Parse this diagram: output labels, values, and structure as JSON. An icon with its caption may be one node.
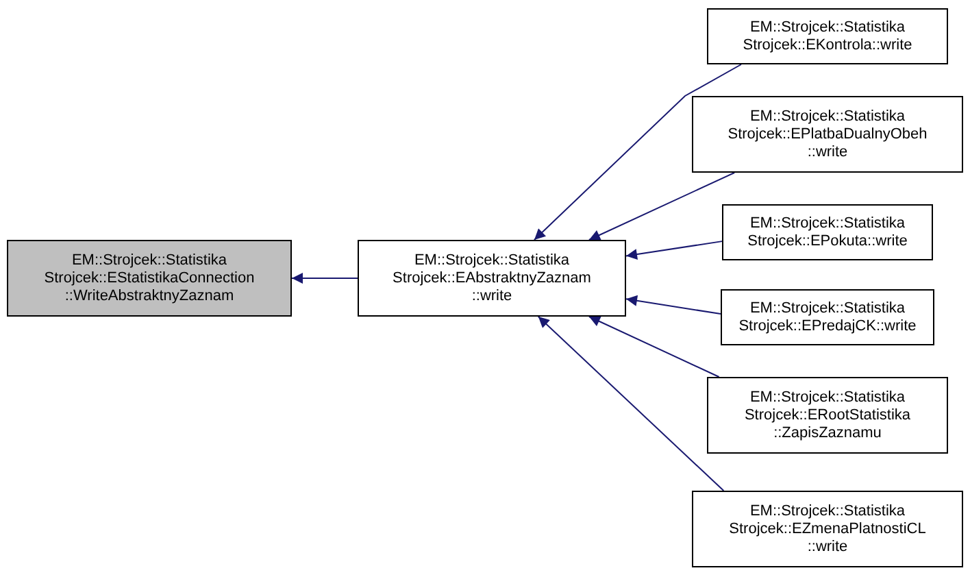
{
  "diagram": {
    "nodes": [
      {
        "text": [
          "EM::Strojcek::Statistika Strojcek::EStatistikaConnection ::WriteAbstraktnyZaznam"
        ]
      },
      {
        "text": [
          "EM::Strojcek::Statistika Strojcek::EAbstraktnyZaznam ::write"
        ]
      },
      {
        "text": [
          "EM::Strojcek::Statistika Strojcek::EKontrola::write"
        ]
      },
      {
        "text": [
          "EM::Strojcek::Statistika Strojcek::EPlatbaDualnyObeh ::write"
        ]
      },
      {
        "text": [
          "EM::Strojcek::Statistika Strojcek::EPokuta::write"
        ]
      },
      {
        "text": [
          "EM::Strojcek::Statistika Strojcek::EPredajCK::write"
        ]
      },
      {
        "text": [
          "EM::Strojcek::Statistika Strojcek::ERootStatistika ::ZapisZaznamu"
        ]
      },
      {
        "text": [
          "EM::Strojcek::Statistika Strojcek::EZmenaPlatnostiCL ::write"
        ]
      }
    ],
    "edges": [
      {
        "from": 1,
        "to": 0,
        "arrow": "to"
      },
      {
        "from": 2,
        "to": 1,
        "arrow": "to"
      },
      {
        "from": 3,
        "to": 1,
        "arrow": "to"
      },
      {
        "from": 4,
        "to": 1,
        "arrow": "to"
      },
      {
        "from": 5,
        "to": 1,
        "arrow": "to"
      },
      {
        "from": 6,
        "to": 1,
        "arrow": "to"
      },
      {
        "from": 7,
        "to": 1,
        "arrow": "to"
      }
    ]
  }
}
